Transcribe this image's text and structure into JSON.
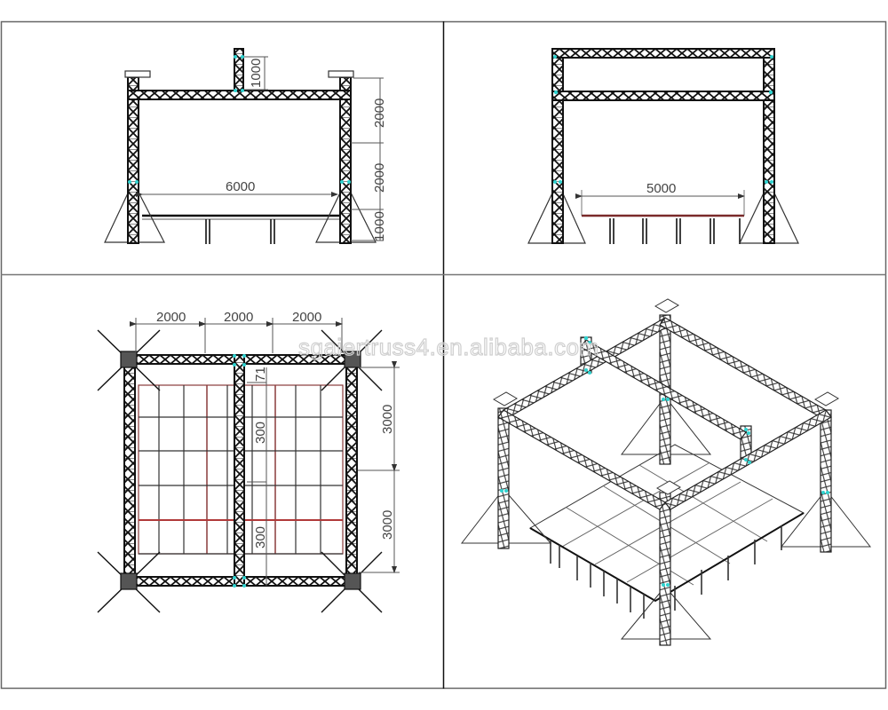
{
  "diagram": {
    "subject": "Aluminum stage truss structure with roof and stage platform",
    "watermark": "sgaiertruss4.en.alibaba.com",
    "colors": {
      "frame": "#1a1a1a",
      "truss": "#111111",
      "connector": "#2fd3d0",
      "dimension_line": "#555555",
      "stage_red_rail": "#b03a3a",
      "divider": "#666666"
    },
    "views": [
      {
        "id": "front-elevation",
        "position": "top-left",
        "dimensions": {
          "span": "6000",
          "top_extension": "1000",
          "upper_height": "2000",
          "middle_height": "2000",
          "stage_height": "1000"
        }
      },
      {
        "id": "side-elevation",
        "position": "top-right",
        "dimensions": {
          "span": "5000"
        }
      },
      {
        "id": "plan-view",
        "position": "bottom-left",
        "dimensions": {
          "bay_1": "2000",
          "bay_2": "2000",
          "bay_3": "2000",
          "depth_1": "3000",
          "depth_2": "3000",
          "inner_offset": "71",
          "inner_depth_1": "300",
          "inner_depth_2": "300"
        }
      },
      {
        "id": "isometric-view",
        "position": "bottom-right",
        "dimensions": {}
      }
    ]
  }
}
